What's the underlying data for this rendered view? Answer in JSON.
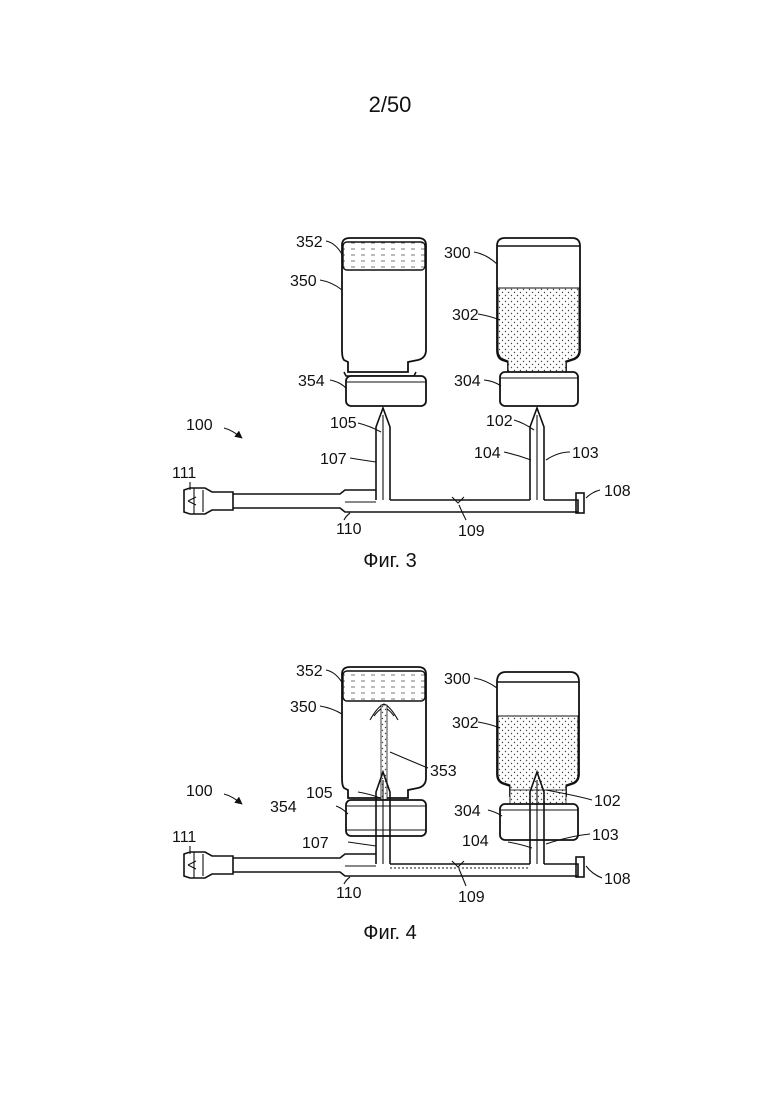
{
  "page_number": "2/50",
  "figures": [
    {
      "caption": "Фиг. 3",
      "labels": {
        "l352": "352",
        "l350": "350",
        "l354": "354",
        "l300": "300",
        "l302": "302",
        "l304": "304",
        "l100": "100",
        "l105": "105",
        "l107": "107",
        "l102": "102",
        "l104": "104",
        "l103": "103",
        "l111": "111",
        "l110": "110",
        "l109": "109",
        "l108": "108"
      }
    },
    {
      "caption": "Фиг. 4",
      "labels": {
        "l352": "352",
        "l350": "350",
        "l353": "353",
        "l354": "354",
        "l300": "300",
        "l302": "302",
        "l304": "304",
        "l100": "100",
        "l105": "105",
        "l107": "107",
        "l102": "102",
        "l104": "104",
        "l103": "103",
        "l111": "111",
        "l110": "110",
        "l109": "109",
        "l108": "108"
      }
    }
  ]
}
